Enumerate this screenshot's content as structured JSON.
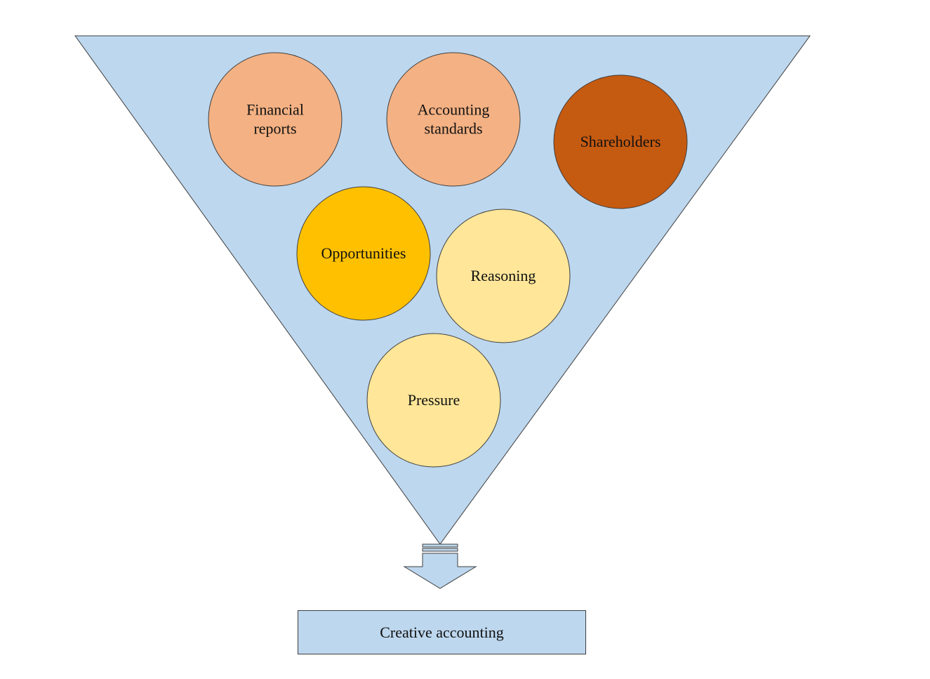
{
  "colors": {
    "funnel_fill": "#bdd7ee",
    "outline": "#3f3f3f",
    "circle_light_salmon": "#f4b183",
    "circle_dark_orange": "#c55a11",
    "circle_gold": "#ffc000",
    "circle_pale_yellow": "#ffe699",
    "output_fill": "#bdd7ee",
    "arrow_fill": "#bdd7ee"
  },
  "factors": [
    {
      "id": "financial-reports",
      "lines": [
        "Financial",
        "reports"
      ],
      "color": "#f4b183"
    },
    {
      "id": "accounting-standards",
      "lines": [
        "Accounting",
        "standards"
      ],
      "color": "#f4b183"
    },
    {
      "id": "shareholders",
      "lines": [
        "Shareholders"
      ],
      "color": "#c55a11"
    },
    {
      "id": "opportunities",
      "lines": [
        "Opportunities"
      ],
      "color": "#ffc000"
    },
    {
      "id": "reasoning",
      "lines": [
        "Reasoning"
      ],
      "color": "#ffe699"
    },
    {
      "id": "pressure",
      "lines": [
        "Pressure"
      ],
      "color": "#ffe699"
    }
  ],
  "output": {
    "label": "Creative accounting"
  }
}
